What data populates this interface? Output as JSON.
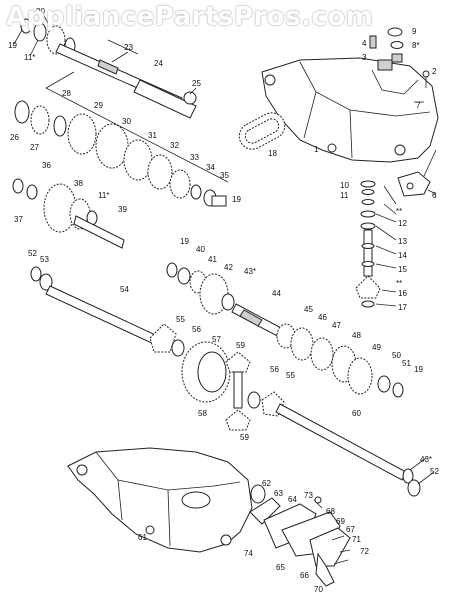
{
  "watermark": {
    "text": "AppliancePartsPros.com"
  },
  "callouts": [
    {
      "id": "c1",
      "text": "1"
    },
    {
      "id": "c2",
      "text": "2"
    },
    {
      "id": "c3",
      "text": "3"
    },
    {
      "id": "c4",
      "text": "4"
    },
    {
      "id": "c6",
      "text": "6"
    },
    {
      "id": "c7",
      "text": "7"
    },
    {
      "id": "c8",
      "text": "8*"
    },
    {
      "id": "c9",
      "text": "9"
    },
    {
      "id": "c10",
      "text": "10"
    },
    {
      "id": "c11a",
      "text": "11"
    },
    {
      "id": "c12",
      "text": "12"
    },
    {
      "id": "c13",
      "text": "13"
    },
    {
      "id": "c14",
      "text": "14"
    },
    {
      "id": "c15",
      "text": "15"
    },
    {
      "id": "c16",
      "text": "16"
    },
    {
      "id": "c17",
      "text": "17"
    },
    {
      "id": "c18",
      "text": "18"
    },
    {
      "id": "c19a",
      "text": "19"
    },
    {
      "id": "c19b",
      "text": "19"
    },
    {
      "id": "c19c",
      "text": "19"
    },
    {
      "id": "c19d",
      "text": "19"
    },
    {
      "id": "c20",
      "text": "20"
    },
    {
      "id": "c11b",
      "text": "11*"
    },
    {
      "id": "c23",
      "text": "23"
    },
    {
      "id": "c24",
      "text": "24"
    },
    {
      "id": "c25",
      "text": "25"
    },
    {
      "id": "c26",
      "text": "26"
    },
    {
      "id": "c27",
      "text": "27"
    },
    {
      "id": "c28",
      "text": "28"
    },
    {
      "id": "c29",
      "text": "29"
    },
    {
      "id": "c30",
      "text": "30"
    },
    {
      "id": "c31",
      "text": "31"
    },
    {
      "id": "c32",
      "text": "32"
    },
    {
      "id": "c33",
      "text": "33"
    },
    {
      "id": "c34",
      "text": "34"
    },
    {
      "id": "c35",
      "text": "35"
    },
    {
      "id": "c36",
      "text": "36"
    },
    {
      "id": "c37",
      "text": "37"
    },
    {
      "id": "c38",
      "text": "38"
    },
    {
      "id": "c11c",
      "text": "11*"
    },
    {
      "id": "c39",
      "text": "39"
    },
    {
      "id": "c40",
      "text": "40"
    },
    {
      "id": "c41",
      "text": "41"
    },
    {
      "id": "c42",
      "text": "42"
    },
    {
      "id": "c43a",
      "text": "43*"
    },
    {
      "id": "c44",
      "text": "44"
    },
    {
      "id": "c45",
      "text": "45"
    },
    {
      "id": "c46",
      "text": "46"
    },
    {
      "id": "c47",
      "text": "47"
    },
    {
      "id": "c48",
      "text": "48"
    },
    {
      "id": "c49",
      "text": "49"
    },
    {
      "id": "c50",
      "text": "50"
    },
    {
      "id": "c51",
      "text": "51"
    },
    {
      "id": "c52a",
      "text": "52"
    },
    {
      "id": "c53",
      "text": "53"
    },
    {
      "id": "c54",
      "text": "54"
    },
    {
      "id": "c55a",
      "text": "55"
    },
    {
      "id": "c56a",
      "text": "56"
    },
    {
      "id": "c57",
      "text": "57"
    },
    {
      "id": "c58",
      "text": "58"
    },
    {
      "id": "c59a",
      "text": "59"
    },
    {
      "id": "c59b",
      "text": "59"
    },
    {
      "id": "c56b",
      "text": "56"
    },
    {
      "id": "c55b",
      "text": "55"
    },
    {
      "id": "c60",
      "text": "60"
    },
    {
      "id": "c43b",
      "text": "43*"
    },
    {
      "id": "c52b",
      "text": "52"
    },
    {
      "id": "c61",
      "text": "61"
    },
    {
      "id": "c62",
      "text": "62"
    },
    {
      "id": "c63",
      "text": "63"
    },
    {
      "id": "c64",
      "text": "64"
    },
    {
      "id": "c65",
      "text": "65"
    },
    {
      "id": "c66",
      "text": "66"
    },
    {
      "id": "c67",
      "text": "67"
    },
    {
      "id": "c68",
      "text": "68"
    },
    {
      "id": "c69",
      "text": "69"
    },
    {
      "id": "c70",
      "text": "70"
    },
    {
      "id": "c71",
      "text": "71"
    },
    {
      "id": "c72",
      "text": "72"
    },
    {
      "id": "c73",
      "text": "73"
    },
    {
      "id": "c74",
      "text": "74"
    },
    {
      "id": "cstar1",
      "text": "**"
    },
    {
      "id": "cstar2",
      "text": "**"
    }
  ]
}
